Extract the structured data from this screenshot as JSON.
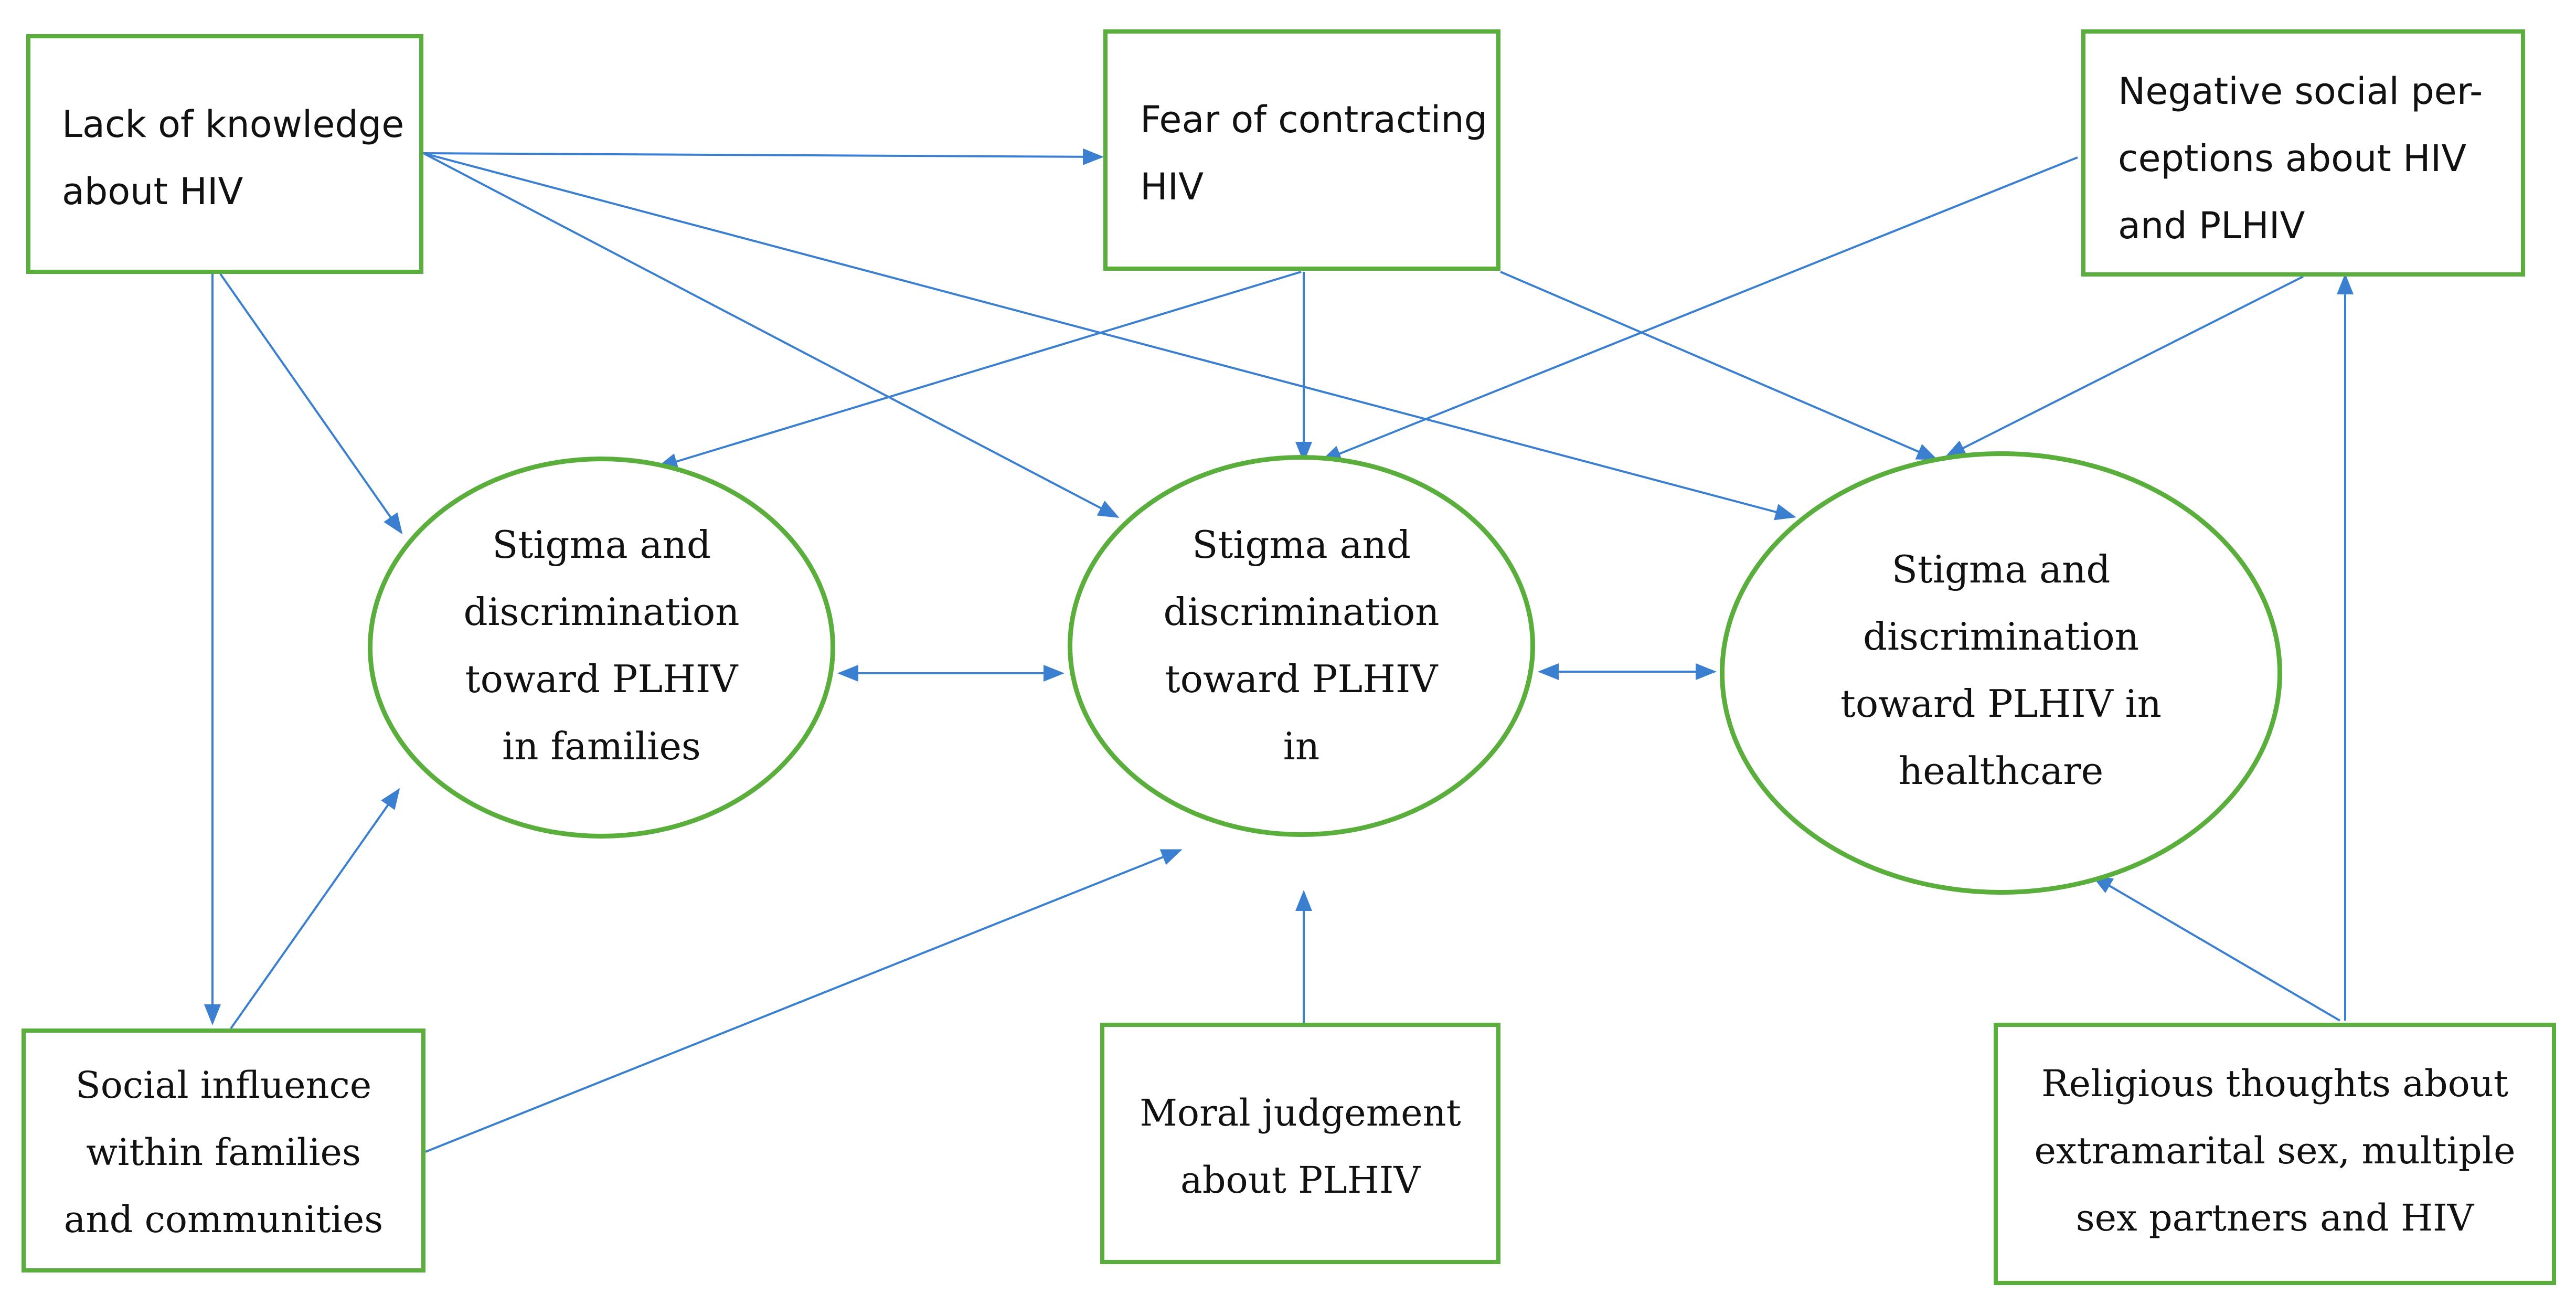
{
  "colors": {
    "box_border": "#5aae3c",
    "ellipse_border": "#5aae3c",
    "arrow": "#3a7fd0"
  },
  "boxes": {
    "lack_of_knowledge": "Lack of knowledge\nabout HIV",
    "fear_of_contracting": "Fear of contracting\nHIV",
    "negative_social_perceptions": "Negative social per-\nceptions about HIV\nand PLHIV",
    "social_influence": "Social influence\nwithin families\nand communities",
    "moral_judgement": "Moral judgement\nabout PLHIV",
    "religious_thoughts": "Religious thoughts about\nextramarital sex, multiple\nsex partners and HIV"
  },
  "ellipses": {
    "families": "Stigma and\ndiscrimination\ntoward PLHIV\nin families",
    "middle": "Stigma and\ndiscrimination\ntoward PLHIV\nin",
    "healthcare": "Stigma and\ndiscrimination\ntoward PLHIV in\nhealthcare"
  }
}
